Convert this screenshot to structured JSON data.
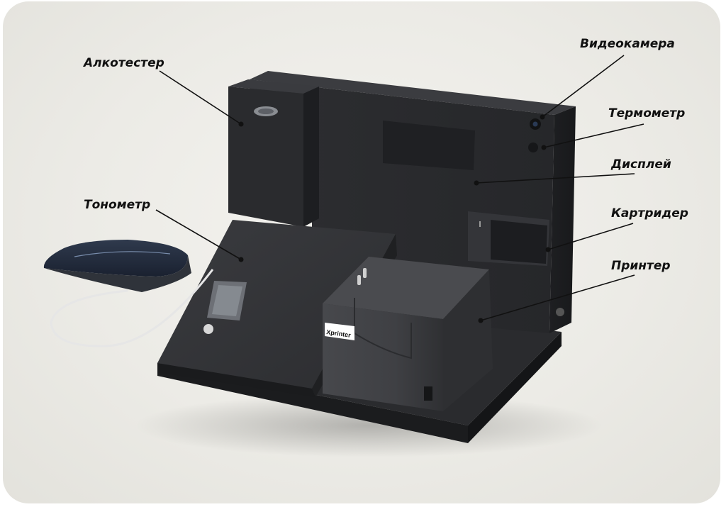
{
  "labels": {
    "alcotester": "Алкотестер",
    "videocamera": "Видеокамера",
    "thermometer": "Термометр",
    "display": "Дисплей",
    "tonometer": "Тонометр",
    "cardreader": "Картридер",
    "printer": "Принтер"
  },
  "printer_brand": "Xprinter",
  "colors": {
    "device_body": "#2b2b2d",
    "label_text": "#111111",
    "background": "#ecebe6"
  }
}
